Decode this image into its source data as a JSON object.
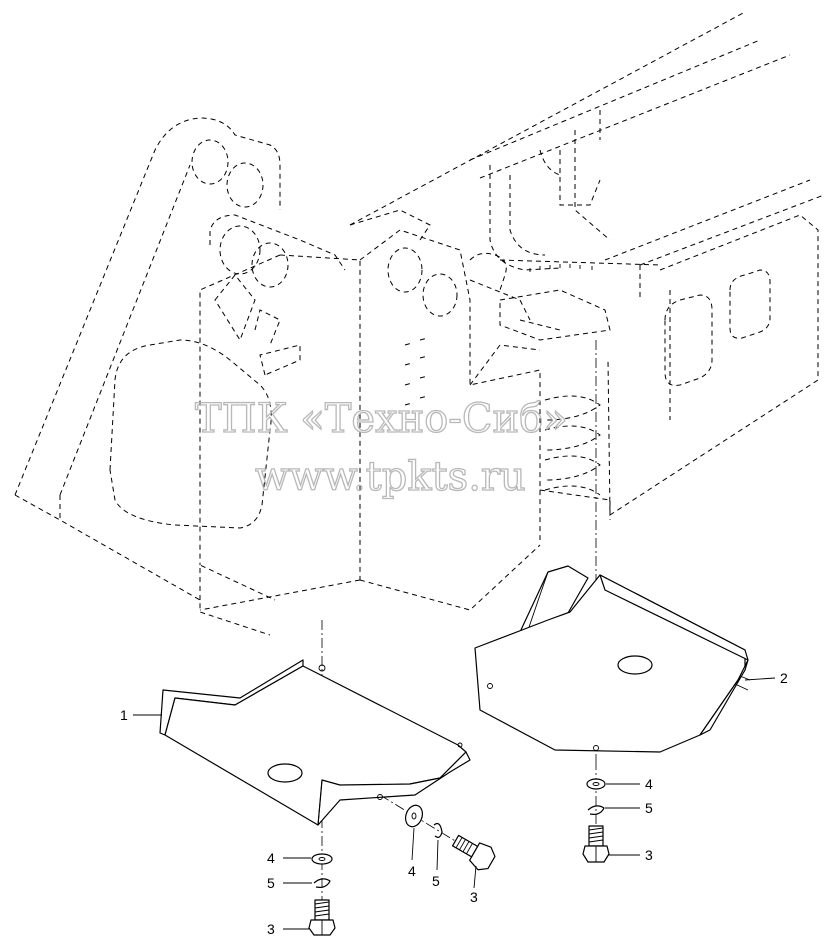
{
  "watermark": {
    "line1": "ТПК «Техно-Сиб»",
    "line2": "www.tpkts.ru"
  },
  "callouts": [
    {
      "id": "c1",
      "label": "1"
    },
    {
      "id": "c2",
      "label": "2"
    },
    {
      "id": "c3a",
      "label": "3"
    },
    {
      "id": "c3b",
      "label": "3"
    },
    {
      "id": "c3c",
      "label": "3"
    },
    {
      "id": "c4a",
      "label": "4"
    },
    {
      "id": "c4b",
      "label": "4"
    },
    {
      "id": "c4c",
      "label": "4"
    },
    {
      "id": "c5a",
      "label": "5"
    },
    {
      "id": "c5b",
      "label": "5"
    },
    {
      "id": "c5c",
      "label": "5"
    }
  ]
}
